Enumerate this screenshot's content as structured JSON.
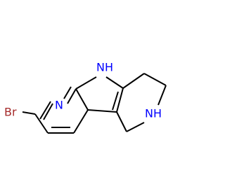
{
  "molecule": {
    "atoms": {
      "bromine": "Br",
      "nitrogen_pyridine": "N",
      "nitrogen_pyrrole": "N",
      "hydrogen_pyrrole": "H",
      "nitrogen_piperidine": "N",
      "hydrogen_piperidine": "H"
    },
    "colors": {
      "bond": "#000000",
      "bromine": "#a52a2a",
      "nitrogen": "#0000ff"
    }
  }
}
